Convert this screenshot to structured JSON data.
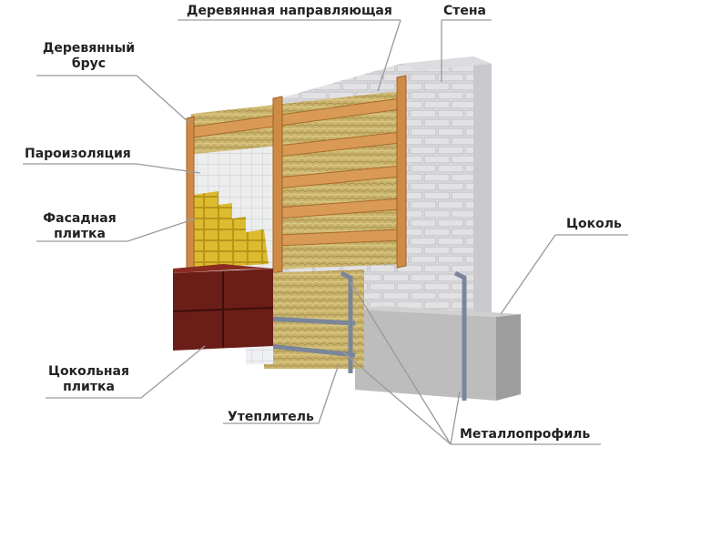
{
  "labels": {
    "wooden_guide": "Деревянная направляющая",
    "wall": "Стена",
    "wooden_beam": [
      "Деревянный",
      "брус"
    ],
    "vapor_barrier": "Пароизоляция",
    "facade_tile": [
      "Фасадная",
      "плитка"
    ],
    "plinth": "Цоколь",
    "plinth_tile": [
      "Цокольная",
      "плитка"
    ],
    "insulation": "Утеплитель",
    "metal_profile": "Металлопрофиль"
  },
  "colors": {
    "brick": "#e4e4e6",
    "brick_shadow": "#c4c4c8",
    "wood": "#d99a55",
    "insulation": "#c8b46e",
    "tile_yellow": "#d8b62a",
    "plinth_tile": "#6b1e18",
    "plinth": "#b7b7b7",
    "metal": "#8a95a8",
    "leader": "#a8a8a8"
  }
}
